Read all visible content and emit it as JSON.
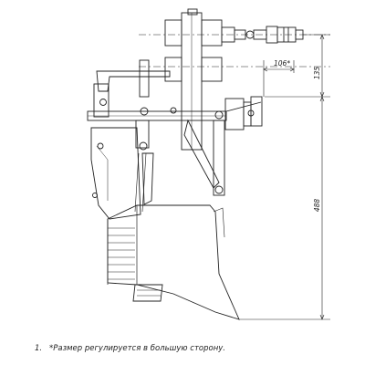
{
  "dimensions": {
    "offset": "106*",
    "height_upper": "135",
    "height_total": "488"
  },
  "notes": [
    {
      "number": "1.",
      "text": "*Размер регулируется в большую сторону."
    }
  ]
}
